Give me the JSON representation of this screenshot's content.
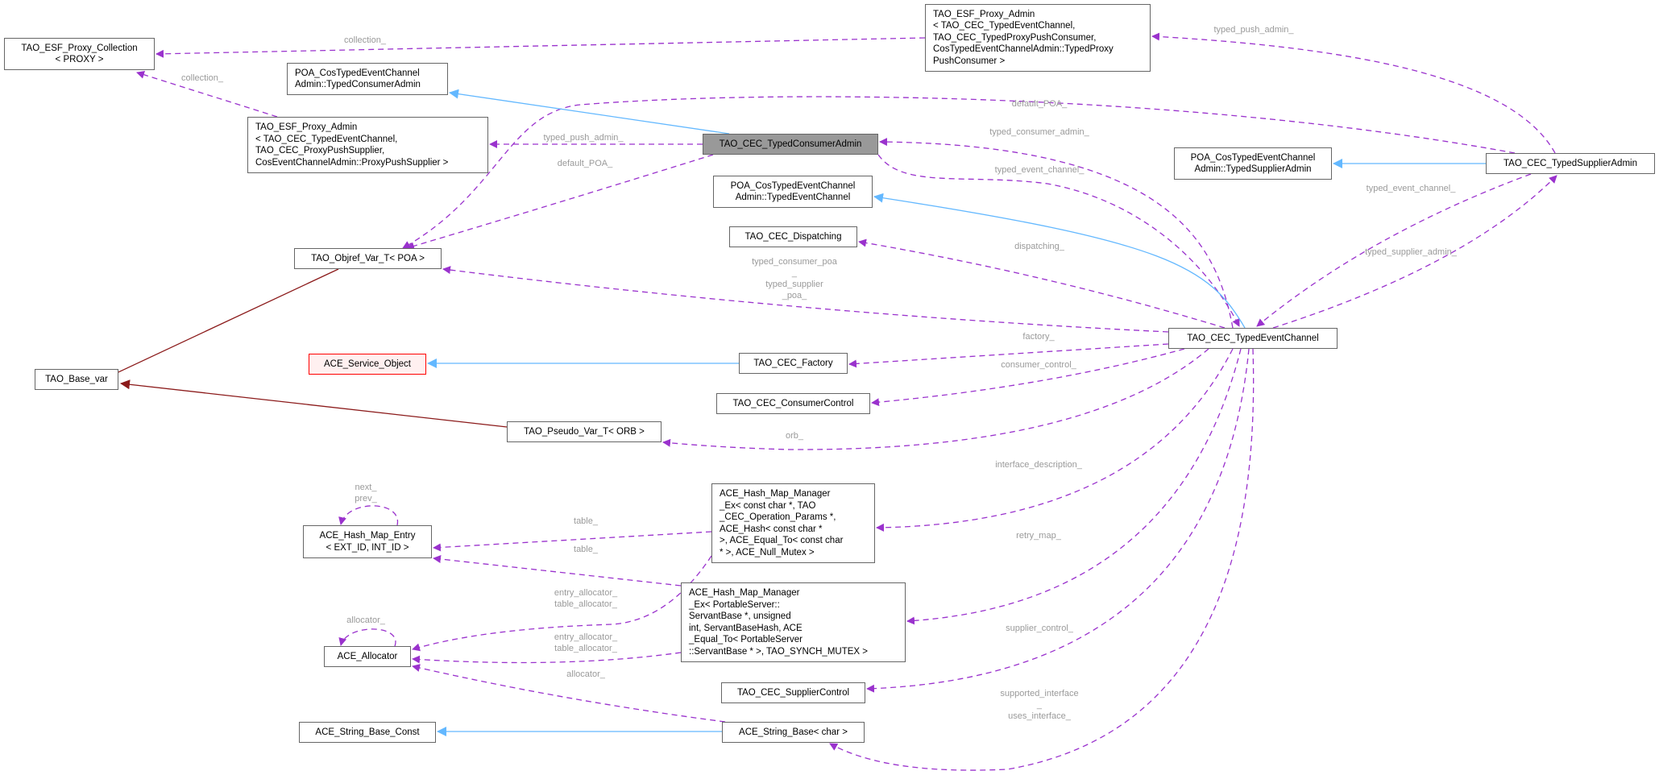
{
  "colors": {
    "usage_edge": "#9a32cd",
    "inheritance_edge": "#63b8ff",
    "template_edge": "#8b1a1a",
    "focus_node": "#999999",
    "external_node_border": "#ff0000",
    "label_text": "#9a9a9a"
  },
  "nodes": {
    "proxy_collection": "TAO_ESF_Proxy_Collection\n< PROXY >",
    "poa_consumer_admin": "POA_CosTypedEventChannel\nAdmin::TypedConsumerAdmin",
    "esf_proxy_admin_supplier": "TAO_ESF_Proxy_Admin\n< TAO_CEC_TypedEventChannel,\n TAO_CEC_ProxyPushSupplier,\n CosEventChannelAdmin::ProxyPushSupplier >",
    "esf_proxy_admin_consumer": "TAO_ESF_Proxy_Admin\n< TAO_CEC_TypedEventChannel,\n TAO_CEC_TypedProxyPushConsumer,\n CosTypedEventChannelAdmin::TypedProxy\nPushConsumer >",
    "typed_consumer_admin": "TAO_CEC_TypedConsumerAdmin",
    "typed_supplier_admin": "TAO_CEC_TypedSupplierAdmin",
    "poa_supplier_admin": "POA_CosTypedEventChannel\nAdmin::TypedSupplierAdmin",
    "poa_event_channel": "POA_CosTypedEventChannel\nAdmin::TypedEventChannel",
    "dispatching": "TAO_CEC_Dispatching",
    "objref_var": "TAO_Objref_Var_T< POA >",
    "base_var": "TAO_Base_var",
    "service_object": "ACE_Service_Object",
    "factory": "TAO_CEC_Factory",
    "consumer_control": "TAO_CEC_ConsumerControl",
    "pseudo_var": "TAO_Pseudo_Var_T< ORB >",
    "typed_event_channel": "TAO_CEC_TypedEventChannel",
    "hash_map_entry": "ACE_Hash_Map_Entry\n< EXT_ID, INT_ID >",
    "hash_map_manager_ops": "ACE_Hash_Map_Manager\n_Ex< const char *, TAO\n_CEC_Operation_Params *,\n ACE_Hash< const char *\n >, ACE_Equal_To< const char\n * >, ACE_Null_Mutex >",
    "hash_map_manager_servant": "ACE_Hash_Map_Manager\n_Ex< PortableServer::\nServantBase *, unsigned\n int, ServantBaseHash, ACE\n_Equal_To< PortableServer\n::ServantBase * >, TAO_SYNCH_MUTEX >",
    "allocator": "ACE_Allocator",
    "supplier_control": "TAO_CEC_SupplierControl",
    "string_base_const": "ACE_String_Base_Const",
    "string_base_char": "ACE_String_Base< char >"
  },
  "edge_labels": {
    "collection_top": "collection_",
    "collection_left": "collection_",
    "typed_push_admin_left": "typed_push_admin_",
    "default_poa_left": "default_POA_",
    "typed_push_admin_right": "typed_push_admin_",
    "default_poa_top": "default_POA_",
    "typed_consumer_admin": "typed_consumer_admin_",
    "typed_event_channel_mid": "typed_event_channel_",
    "dispatching": "dispatching_",
    "typed_event_channel_right": "typed_event_channel_",
    "typed_supplier_admin": "typed_supplier_admin_",
    "poa_labels": "typed_consumer_poa\n_\ntyped_supplier\n_poa_",
    "factory": "factory_",
    "consumer_control": "consumer_control_",
    "orb": "orb_",
    "interface_description": "interface_description_",
    "retry_map": "retry_map_",
    "table_1": "table_",
    "table_2": "table_",
    "allocators_1": "entry_allocator_\ntable_allocator_",
    "allocators_2": "entry_allocator_\ntable_allocator_",
    "allocator_lower": "allocator_",
    "next_prev": "next_\nprev_",
    "allocator_self": "allocator_",
    "supplier_control": "supplier_control_",
    "interfaces": "supported_interface\n_\nuses_interface_"
  }
}
